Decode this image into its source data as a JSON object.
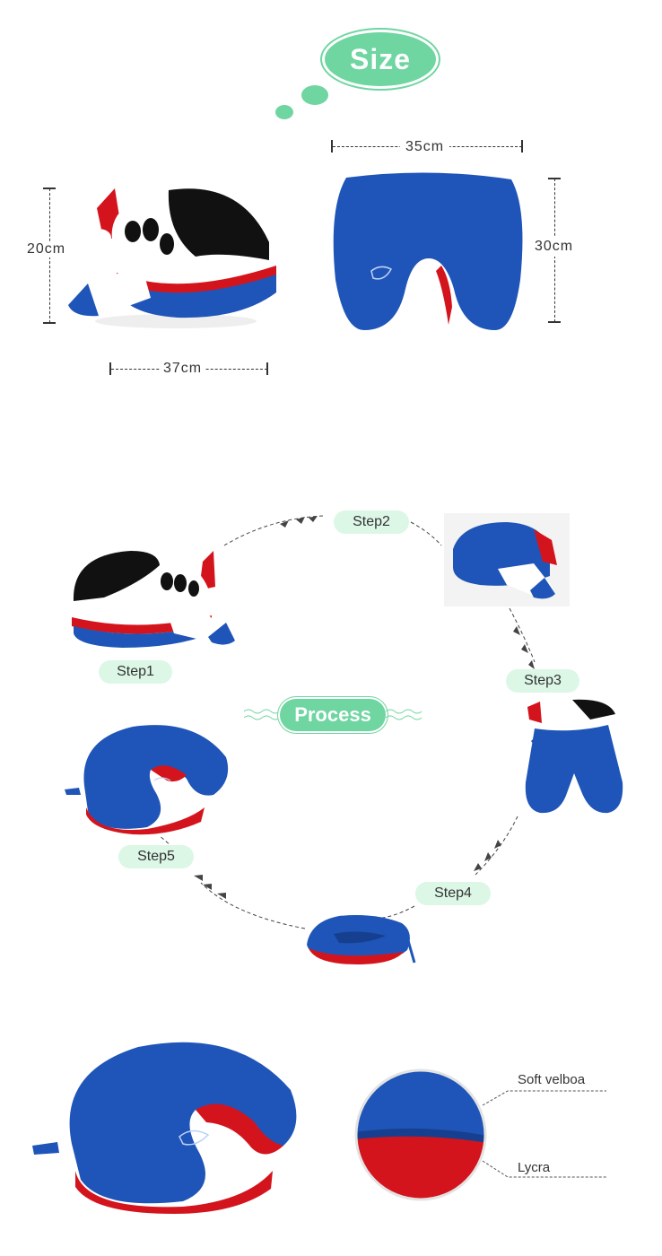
{
  "size_section": {
    "title": "Size",
    "dims": {
      "plane_height": "20cm",
      "plane_width": "37cm",
      "pillow_width": "35cm",
      "pillow_height": "30cm"
    }
  },
  "process_section": {
    "title": "Process",
    "steps": [
      "Step1",
      "Step2",
      "Step3",
      "Step4",
      "Step5"
    ]
  },
  "materials": {
    "outer": "Soft velboa",
    "inner": "Lycra"
  },
  "colors": {
    "accent_green": "#6fd5a1",
    "pill_green": "#dcf7e6",
    "plush_blue": "#1f55b8",
    "plush_red": "#d4141c"
  }
}
